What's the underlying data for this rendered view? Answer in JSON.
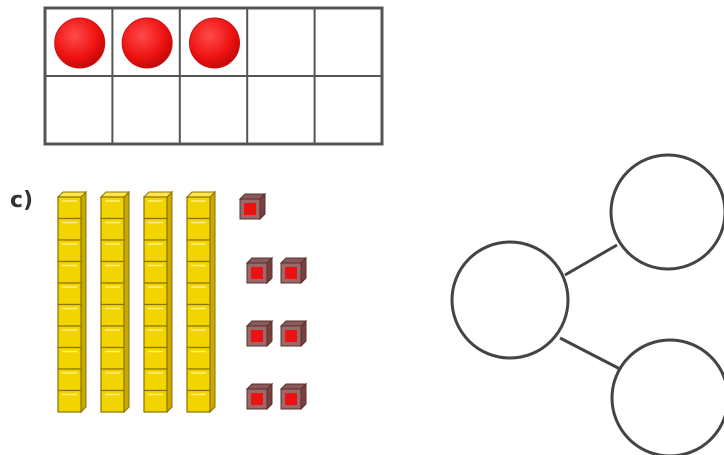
{
  "part_label": "c)",
  "ten_frame": {
    "rows": 2,
    "columns": 5,
    "filled_counters": 3,
    "counter_color": "#ee1111",
    "border_color": "#555555"
  },
  "base_ten_blocks": {
    "tens_rods": 4,
    "units_per_rod": 10,
    "ones_cubes": 7,
    "rod_color": "#f2d400",
    "cube_color": "#ee1111"
  },
  "part_whole_model": {
    "circles": 3,
    "circle_contents": [
      "",
      "",
      ""
    ]
  }
}
